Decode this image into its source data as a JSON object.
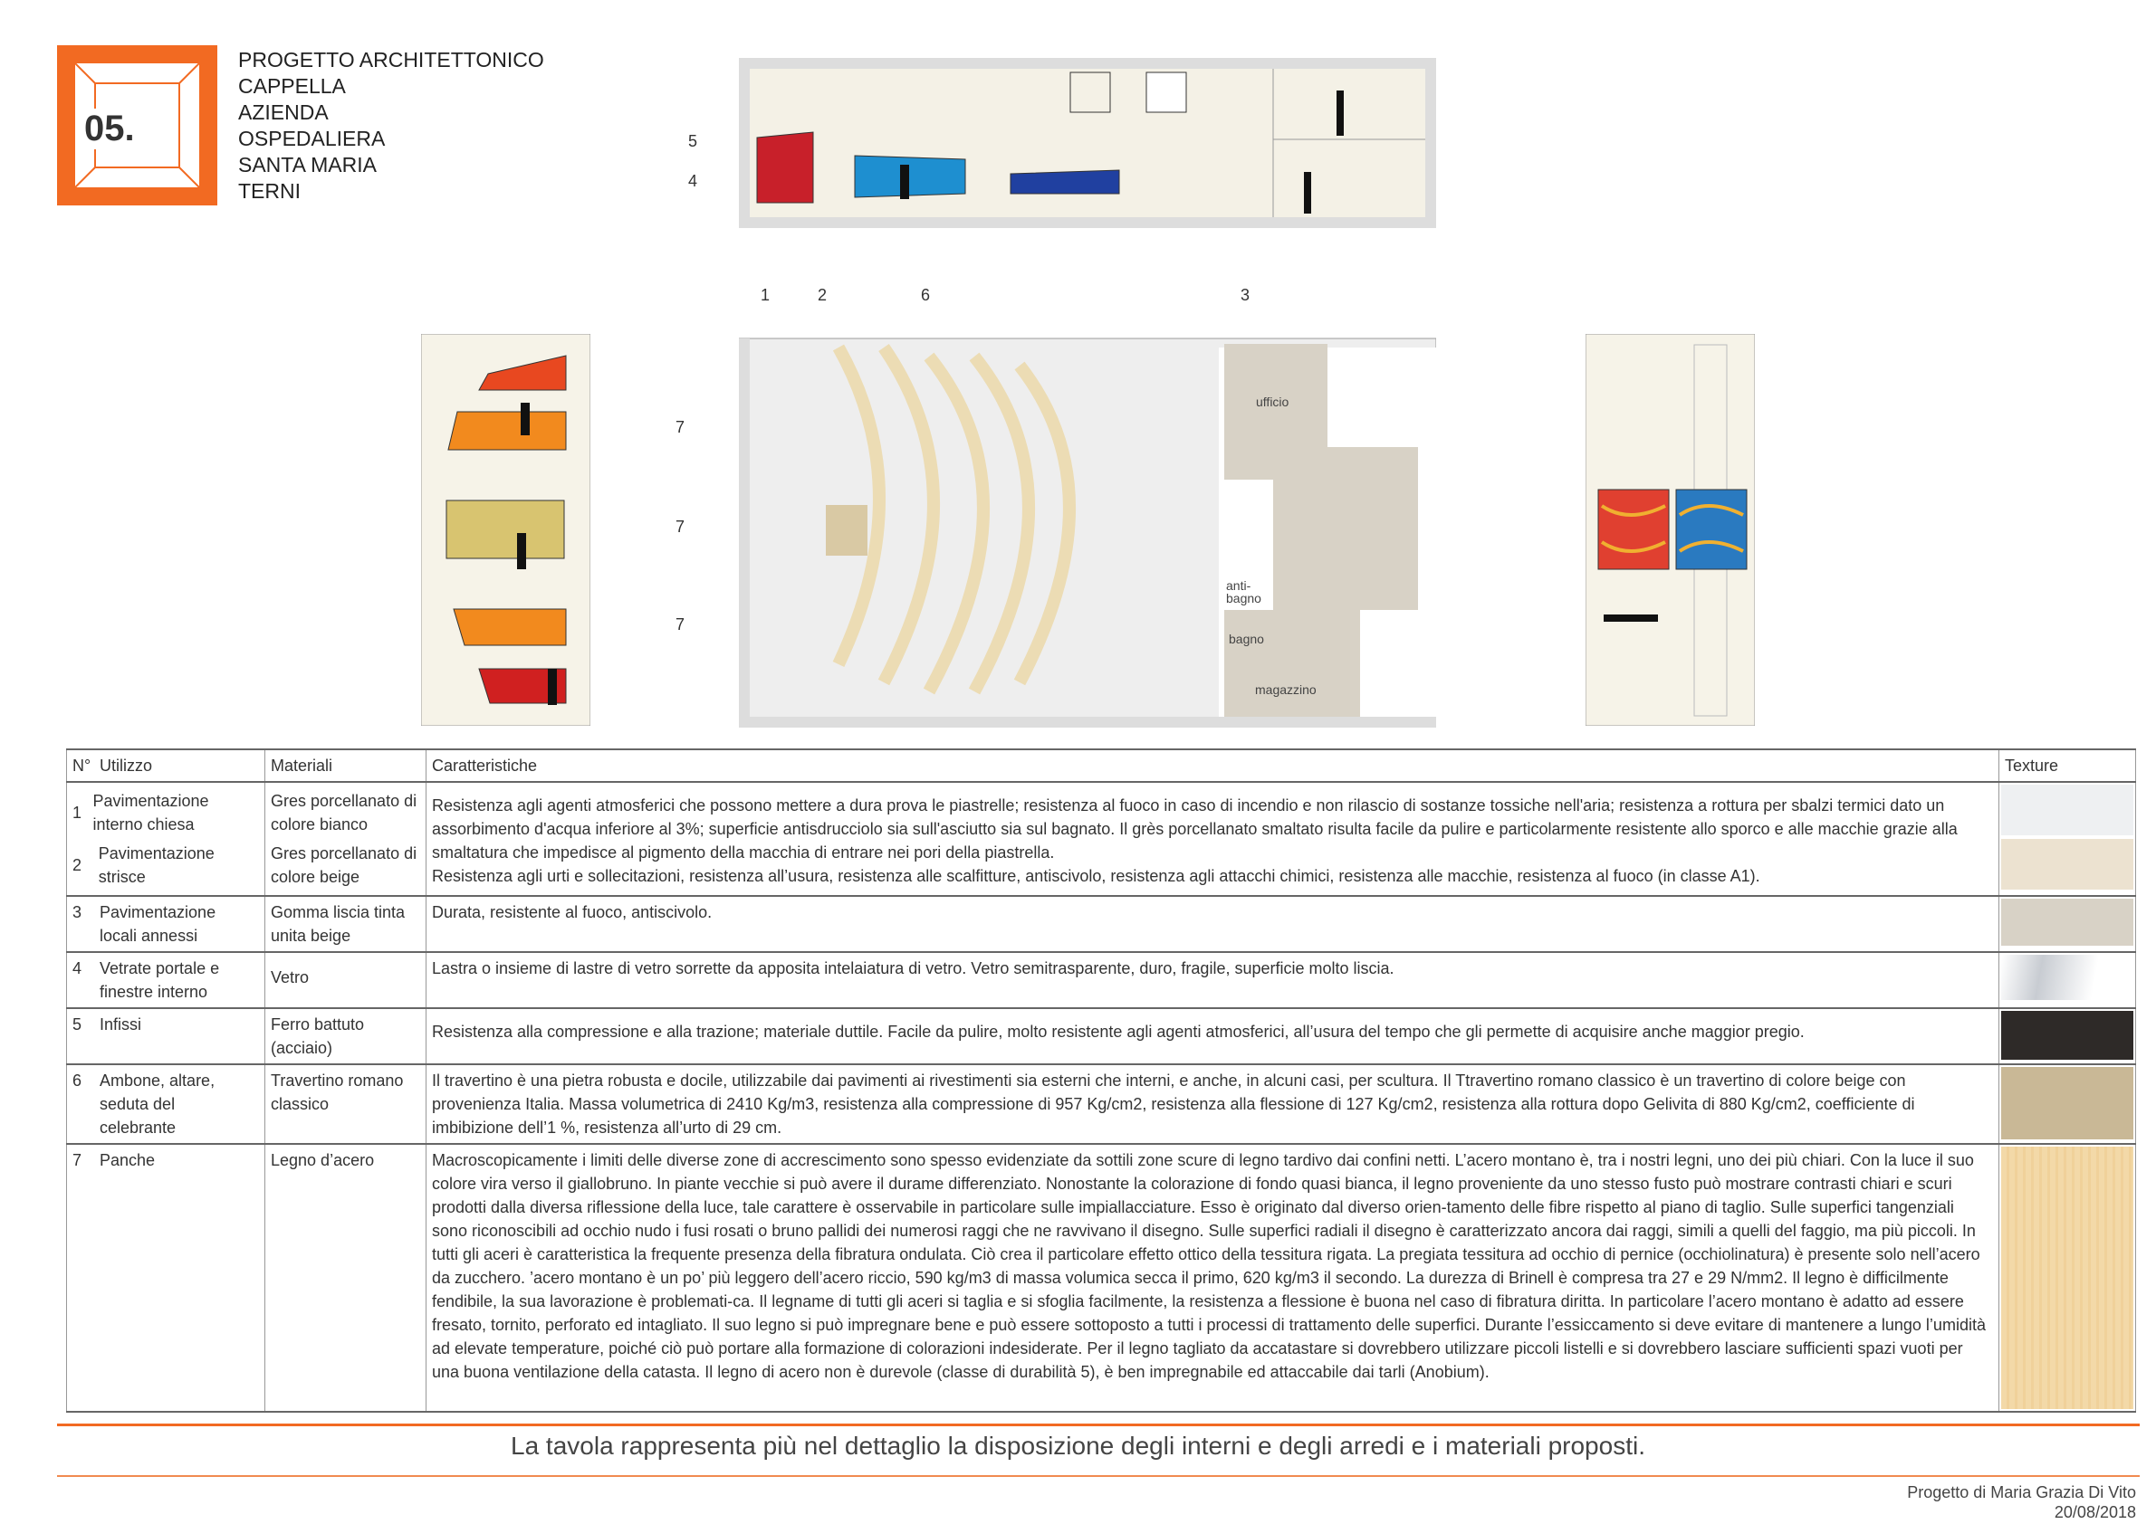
{
  "header": {
    "number": "05.",
    "title_lines": [
      "PROGETTO ARCHITETTONICO",
      "CAPPELLA",
      "AZIENDA",
      "OSPEDALIERA",
      "SANTA MARIA",
      "TERNI"
    ]
  },
  "drawings": {
    "elevation_labels": [
      "5",
      "4"
    ],
    "plan_labels": [
      "1",
      "2",
      "6",
      "3",
      "7",
      "7",
      "7"
    ],
    "rooms": [
      "ufficio",
      "anti-\nbagno",
      "bagno",
      "magazzino"
    ]
  },
  "colors": {
    "accent": "#f26a22",
    "red_glass": "#c8202a",
    "blue_glass": "#1e8fd0",
    "orange_glass": "#f28a1e",
    "beige": "#e8dcc0"
  },
  "table": {
    "headers": {
      "n": "N°",
      "use": "Utilizzo",
      "material": "Materiali",
      "features": "Caratteristiche",
      "texture": "Texture"
    },
    "rows": [
      {
        "n": "1",
        "use": "Pavimentazione interno chiesa",
        "material": "Gres porcellanato di colore bianco",
        "texture": "#eef0f2"
      },
      {
        "n": "2",
        "use": "Pavimentazione strisce",
        "material": "Gres porcellanato di colore beige",
        "texture": "#ece2d0"
      },
      {
        "features_1_2": "Resistenza agli agenti atmosferici che possono mettere a dura prova le piastrelle; resistenza al fuoco in caso di incendio e non rilascio di sostanze tossiche nell'aria; resistenza a rottura per sbalzi termici dato un assorbimento d'acqua inferiore al 3%; superficie antisdrucciolo sia sull'asciutto sia sul bagnato. Il grès porcellanato smaltato risulta facile da pulire e particolarmente resistente allo sporco e alle macchie grazie alla smaltatura che impedisce al pigmento della macchia di entrare nei pori della piastrella.",
        "features_1_2b": "Resistenza agli urti e sollecitazioni, resistenza all’usura, resistenza alle scalfitture, antiscivolo, resistenza agli attacchi chimici, resistenza alle macchie, resistenza al fuoco (in classe A1)."
      },
      {
        "n": "3",
        "use": "Pavimentazione locali annessi",
        "material": "Gomma liscia tinta unita beige",
        "features": "Durata, resistente al fuoco, antiscivolo.",
        "texture": "#d8d2c6"
      },
      {
        "n": "4",
        "use": "Vetrate portale e finestre interno",
        "material": "Vetro",
        "features": "Lastra o insieme di lastre di vetro sorrette da apposita intelaiatura di vetro. Vetro semitrasparente, duro, fragile, superficie molto liscia.",
        "texture": "#e4e6ea"
      },
      {
        "n": "5",
        "use": "Infissi",
        "material": "Ferro battuto (acciaio)",
        "features": "Resistenza alla compressione e alla trazione; materiale duttile. Facile da pulire, molto resistente agli agenti atmosferici, all’usura del tempo che gli permette di acquisire anche maggior pregio.",
        "texture": "#2e2a28"
      },
      {
        "n": "6",
        "use": "Ambone, altare, seduta del celebrante",
        "material": "Travertino romano classico",
        "features": "Il travertino è una pietra robusta e docile, utilizzabile dai pavimenti ai rivestimenti sia esterni che interni, e anche, in alcuni casi, per scultura. Il Ttravertino romano classico è un travertino di colore beige con provenienza Italia. Massa volumetrica di 2410 Kg/m3, resistenza alla compressione di  957 Kg/cm2,  resistenza alla flessione di 127 Kg/cm2, resistenza alla rottura dopo Gelivita di  880 Kg/cm2, coefficiente di imbibizione dell’1 %,  resistenza all’urto di 29 cm.",
        "texture": "#c9b896"
      },
      {
        "n": "7",
        "use": "Panche",
        "material": "Legno d’acero",
        "features": "Macroscopicamente i limiti delle diverse zone di accrescimento sono spesso evidenziate da sottili zone scure di legno tardivo dai confini netti. L’acero montano è, tra i nostri legni, uno dei più chiari. Con la luce il suo colore vira verso il giallobruno. In piante vecchie si può avere il durame differenziato. Nonostante la colorazione di fondo quasi bianca, il legno proveniente da uno stesso fusto può mostrare contrasti chiari e scuri prodotti dalla diversa riflessione della luce, tale carattere è osservabile in particolare sulle impiallacciature. Esso è originato dal diverso orien-tamento delle fibre rispetto al piano di taglio. Sulle superfici tangenziali sono riconoscibili ad occhio nudo i fusi rosati o bruno pallidi dei numerosi raggi che ne ravvivano il disegno. Sulle superfici radiali il disegno è caratterizzato ancora dai raggi, simili a quelli del faggio, ma più piccoli. In tutti gli aceri è caratteristica la frequente presenza della fibratura ondulata. Ciò crea il particolare effetto ottico della tessitura rigata. La pregiata tessitura ad occhio di pernice (occhiolinatura) è presente solo nell’acero da zucchero. ’acero montano è un po’ più leggero dell’acero riccio, 590 kg/m3 di massa volumica secca il primo, 620 kg/m3 il secondo. La durezza di Brinell è compresa tra 27 e 29 N/mm2. Il legno è difficilmente fendibile, la sua lavorazione è problemati-ca. Il legname di tutti gli aceri si taglia e si sfoglia facilmente, la resistenza a flessione è buona nel caso di fibratura diritta. In particolare l’acero montano è adatto ad essere fresato, tornito, perforato ed intagliato. Il suo legno si può impregnare bene e può essere sottoposto a tutti i processi di trattamento delle superfici. Durante l’essiccamento si deve evitare di mantenere a lungo l’umidità ad elevate temperature, poiché ciò può portare alla formazione di colorazioni indesiderate. Per il legno tagliato da accatastare si dovrebbero utilizzare piccoli listelli e si dovrebbero lasciare sufficienti spazi vuoti per una buona ventilazione della catasta. Il legno di acero non è durevole (classe di durabilità 5), è ben impregnabile ed attaccabile dai tarli (Anobium).",
        "texture": "#f3d9a8"
      }
    ]
  },
  "footer": {
    "caption": "La tavola rappresenta più nel dettaglio la disposizione degli interni e degli arredi e i materiali proposti.",
    "author": "Progetto di Maria Grazia Di Vito",
    "date": "20/08/2018"
  }
}
